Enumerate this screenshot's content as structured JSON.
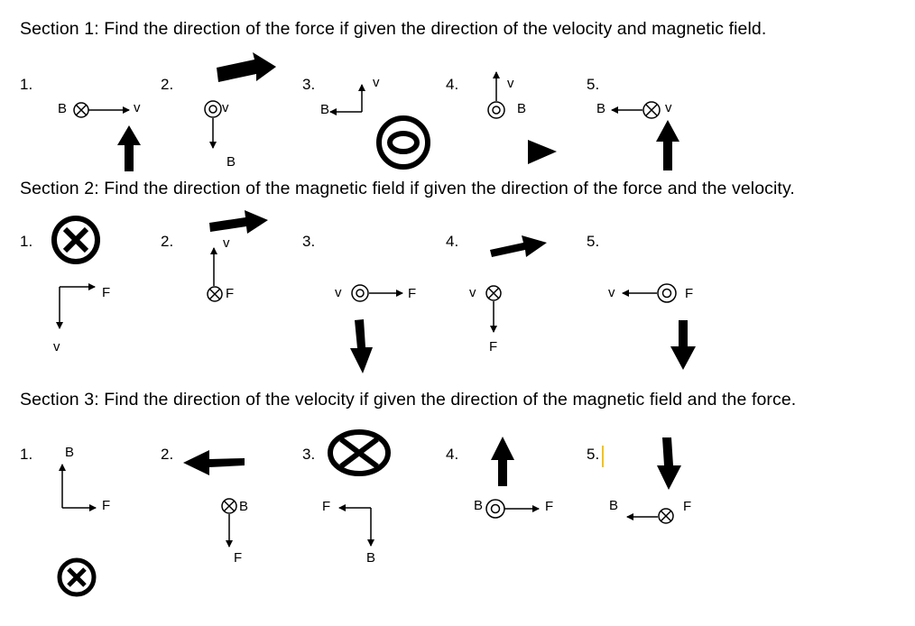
{
  "sections": [
    {
      "title": "Section 1: Find the direction of the force if given the direction of the velocity and magnetic field."
    },
    {
      "title": "Section 2: Find the direction of the magnetic field if given the direction of the force and the velocity."
    },
    {
      "title": "Section 3: Find the direction of the velocity if given the direction of the magnetic field and the force."
    }
  ],
  "numbers": [
    "1.",
    "2.",
    "3.",
    "4.",
    "5."
  ],
  "labels": {
    "v": "v",
    "B": "B",
    "F": "F"
  }
}
